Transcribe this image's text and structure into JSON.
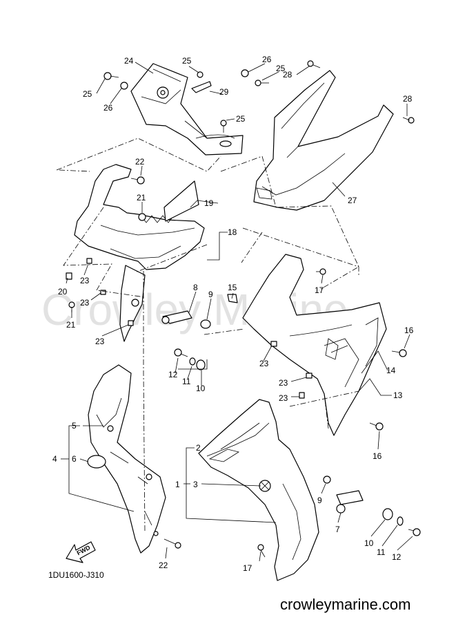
{
  "watermark": "Crowley Marine",
  "diagram_code": "1DU1600-J310",
  "website": "crowleymarine.com",
  "fwd_label": "FWD",
  "callouts": {
    "c24": "24",
    "c25a": "25",
    "c25b": "25",
    "c25c": "25",
    "c25d": "25",
    "c26a": "26",
    "c26b": "26",
    "c28a": "28",
    "c28b": "28",
    "c29": "29",
    "c27": "27",
    "c22a": "22",
    "c22b": "22",
    "c21a": "21",
    "c21b": "21",
    "c19": "19",
    "c18": "18",
    "c20": "20",
    "c23a": "23",
    "c23b": "23",
    "c23c": "23",
    "c23d": "23",
    "c23e": "23",
    "c23f": "23",
    "c8": "8",
    "c9a": "9",
    "c9b": "9",
    "c15": "15",
    "c17a": "17",
    "c17b": "17",
    "c16a": "16",
    "c16b": "16",
    "c14": "14",
    "c13": "13",
    "c12a": "12",
    "c12b": "12",
    "c11a": "11",
    "c11b": "11",
    "c10a": "10",
    "c10b": "10",
    "c5": "5",
    "c4": "4",
    "c6": "6",
    "c2": "2",
    "c1": "1",
    "c3": "3",
    "c7": "7"
  }
}
